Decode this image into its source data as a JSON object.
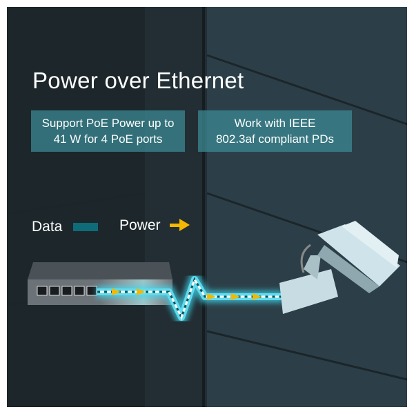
{
  "title": "Power over Ethernet",
  "features": [
    {
      "line1": "Support PoE Power up to",
      "line2": "41 W for 4 PoE ports"
    },
    {
      "line1": "Work with IEEE",
      "line2": "802.3af compliant PDs"
    }
  ],
  "legend": {
    "data_label": "Data",
    "power_label": "Power",
    "data_color": "#0e6c78",
    "power_color": "#f5b800"
  }
}
